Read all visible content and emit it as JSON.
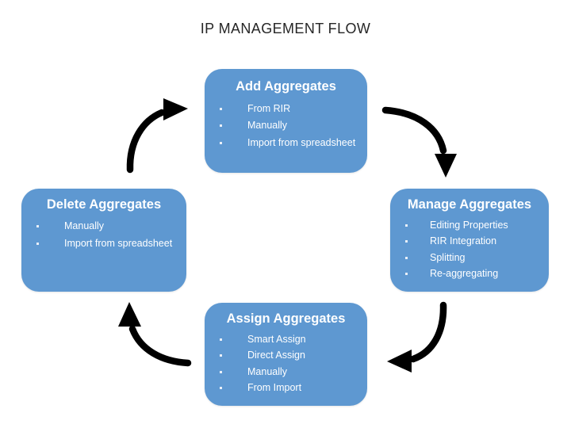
{
  "title": "IP MANAGEMENT FLOW",
  "colors": {
    "node_fill": "#5E98D1",
    "node_text": "#FFFFFF",
    "arrow": "#000000",
    "title_text": "#262626",
    "background": "#FFFFFF"
  },
  "nodes": {
    "add": {
      "title": "Add Aggregates",
      "items": [
        "From RIR",
        "Manually",
        "Import from spreadsheet"
      ]
    },
    "manage": {
      "title": "Manage Aggregates",
      "items": [
        "Editing Properties",
        "RIR Integration",
        "Splitting",
        "Re-aggregating"
      ]
    },
    "assign": {
      "title": "Assign Aggregates",
      "items": [
        "Smart Assign",
        "Direct Assign",
        "Manually",
        "From Import"
      ]
    },
    "delete": {
      "title": "Delete Aggregates",
      "items": [
        "Manually",
        "Import from spreadsheet"
      ]
    }
  },
  "arrows": [
    {
      "name": "arrow-add-to-manage",
      "from": "add",
      "to": "manage",
      "direction": "down-right"
    },
    {
      "name": "arrow-manage-to-assign",
      "from": "manage",
      "to": "assign",
      "direction": "down-left"
    },
    {
      "name": "arrow-assign-to-delete",
      "from": "assign",
      "to": "delete",
      "direction": "up-left"
    },
    {
      "name": "arrow-delete-to-add",
      "from": "delete",
      "to": "add",
      "direction": "up-right"
    }
  ]
}
